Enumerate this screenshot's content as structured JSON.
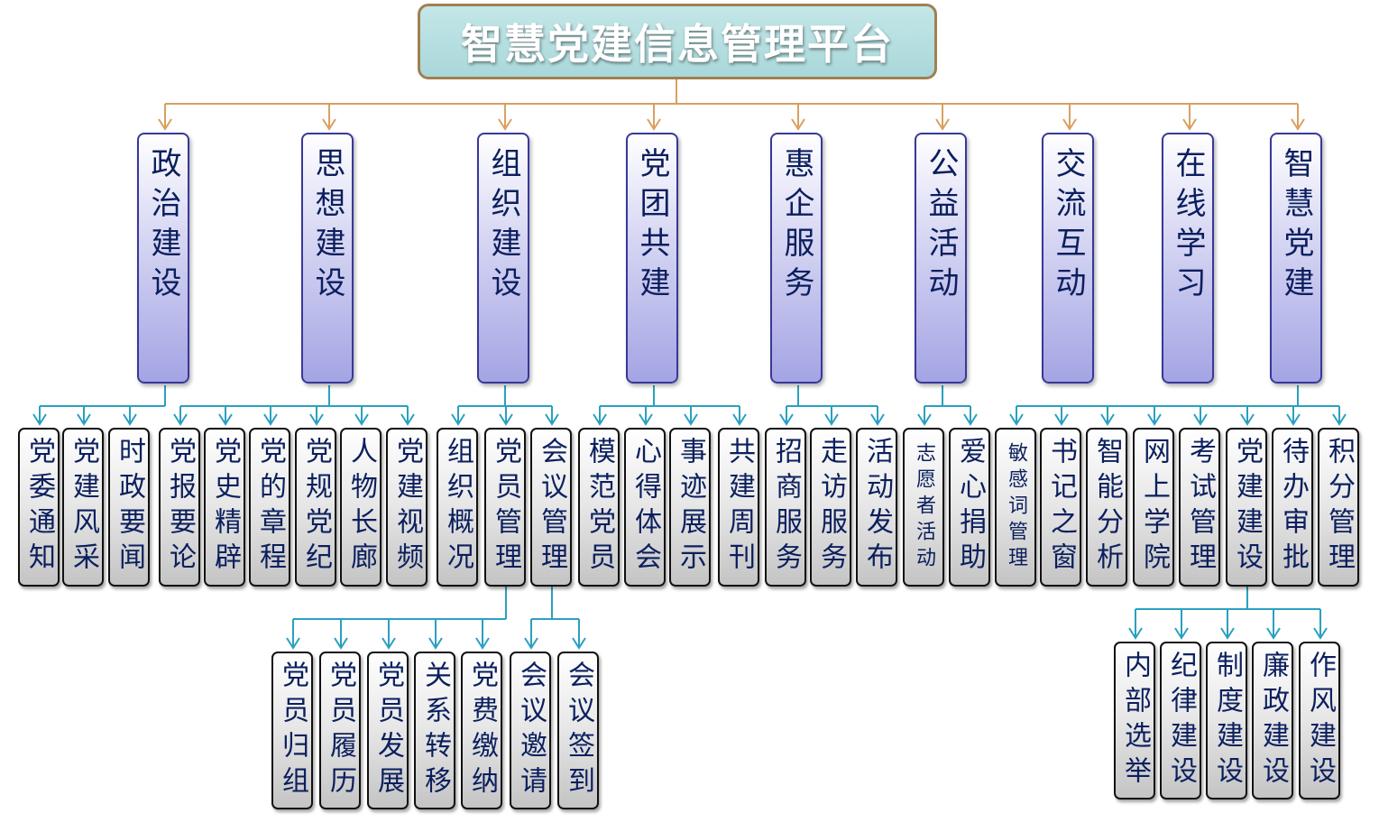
{
  "title": "智慧党建信息管理平台",
  "colors": {
    "title_fill": "#b8e0e2",
    "title_border": "#a08050",
    "connector_top": "#d9a060",
    "connector": "#2aa0c0",
    "text": "#0b1f5e"
  },
  "categories": [
    {
      "label": "政治建设",
      "children": [
        {
          "label": "党委通知"
        },
        {
          "label": "党建风采"
        },
        {
          "label": "时政要闻"
        }
      ]
    },
    {
      "label": "思想建设",
      "children": [
        {
          "label": "党报要论"
        },
        {
          "label": "党史精辟"
        },
        {
          "label": "党的章程"
        },
        {
          "label": "党规党纪"
        },
        {
          "label": "人物长廊"
        },
        {
          "label": "党建视频"
        }
      ]
    },
    {
      "label": "组织建设",
      "children": [
        {
          "label": "组织概况"
        },
        {
          "label": "党员管理",
          "children": [
            {
              "label": "党员归组"
            },
            {
              "label": "党员履历"
            },
            {
              "label": "党员发展"
            },
            {
              "label": "关系转移"
            },
            {
              "label": "党费缴纳"
            }
          ]
        },
        {
          "label": "会议管理",
          "children": [
            {
              "label": "会议邀请"
            },
            {
              "label": "会议签到"
            }
          ]
        }
      ]
    },
    {
      "label": "党团共建",
      "children": [
        {
          "label": "模范党员"
        },
        {
          "label": "心得体会"
        },
        {
          "label": "事迹展示"
        },
        {
          "label": "共建周刊"
        }
      ]
    },
    {
      "label": "惠企服务",
      "children": [
        {
          "label": "招商服务"
        },
        {
          "label": "走访服务"
        },
        {
          "label": "活动发布"
        }
      ]
    },
    {
      "label": "公益活动",
      "children": [
        {
          "label": "志愿者活动"
        },
        {
          "label": "爱心捐助"
        }
      ]
    },
    {
      "label": "交流互动",
      "children": []
    },
    {
      "label": "在线学习",
      "children": []
    },
    {
      "label": "智慧党建",
      "children": [
        {
          "label": "敏感词管理"
        },
        {
          "label": "书记之窗"
        },
        {
          "label": "智能分析"
        },
        {
          "label": "网上学院"
        },
        {
          "label": "考试管理"
        },
        {
          "label": "党建建设",
          "children": [
            {
              "label": "内部选举"
            },
            {
              "label": "纪律建设"
            },
            {
              "label": "制度建设"
            },
            {
              "label": "廉政建设"
            },
            {
              "label": "作风建设"
            }
          ]
        },
        {
          "label": "待办审批"
        },
        {
          "label": "积分管理"
        }
      ]
    }
  ]
}
